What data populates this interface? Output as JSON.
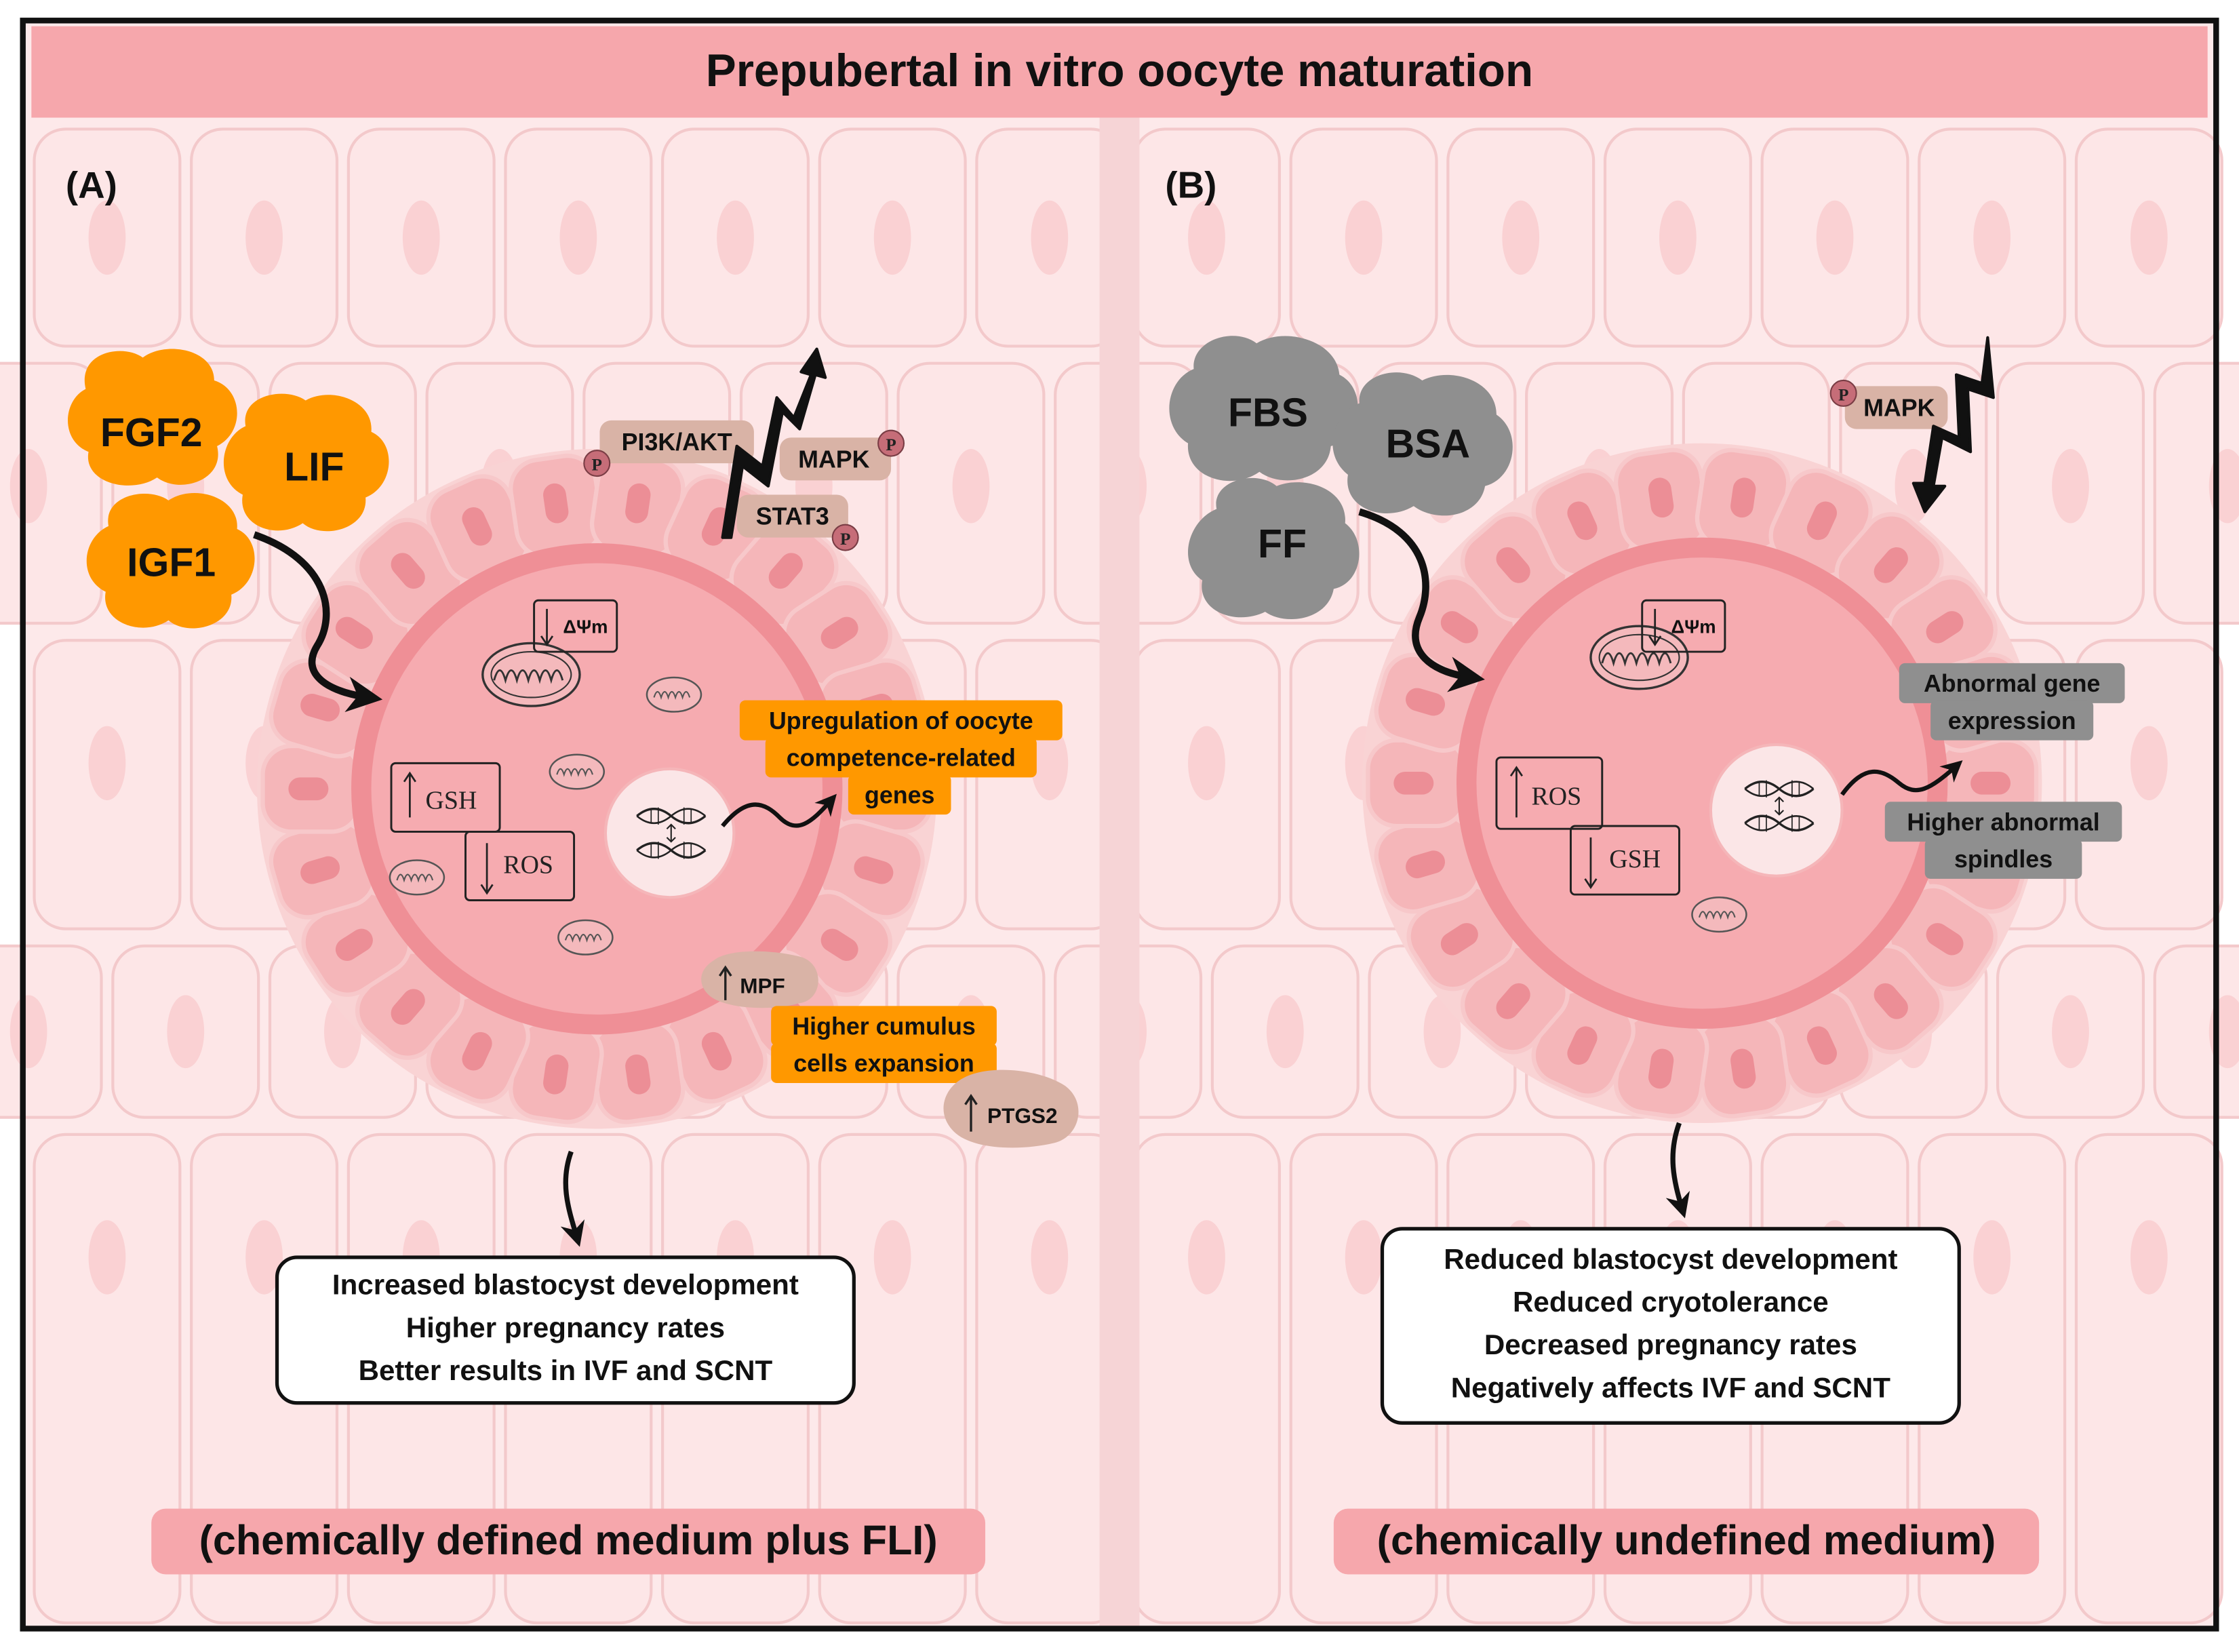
{
  "title": "Prepubertal in vitro oocyte maturation",
  "colors": {
    "banner": "#f6a7ac",
    "background": "#fde9ea",
    "cell_stroke": "#f3c9cb",
    "cumulus": "#f5b6b9",
    "cumulus_inner": "#f9d3d4",
    "zona": "#ef8f96",
    "ooplasm": "#f6abb0",
    "orange": "#ff9800",
    "gray": "#8f8f8f",
    "tan": "#d9b3a6",
    "phospho": "#c66d78",
    "footer_pill": "#f6a7ac"
  },
  "panel_a": {
    "tag": "(A)",
    "supplements": [
      "FGF2",
      "LIF",
      "IGF1"
    ],
    "pathway": {
      "pi3k": "PI3K/AKT",
      "mapk": "MAPK",
      "stat3": "STAT3",
      "p": "P"
    },
    "delta_psi": "ΔΨm",
    "gsh": "GSH",
    "ros": "ROS",
    "upregulation": [
      "Upregulation of oocyte",
      "competence-related",
      "genes"
    ],
    "mpf": "MPF",
    "cumulus_expansion": [
      "Higher cumulus",
      "cells expansion"
    ],
    "ptgs2": "PTGS2",
    "outcomes": [
      "Increased blastocyst development",
      "Higher pregnancy rates",
      "Better results in IVF and SCNT"
    ],
    "medium": "(chemically defined medium plus FLI)"
  },
  "panel_b": {
    "tag": "(B)",
    "supplements": [
      "FBS",
      "BSA",
      "FF"
    ],
    "mapk": "MAPK",
    "p": "P",
    "delta_psi": "ΔΨm",
    "ros": "ROS",
    "gsh": "GSH",
    "abnormal_gene": [
      "Abnormal gene",
      "expression"
    ],
    "spindles": [
      "Higher abnormal",
      "spindles"
    ],
    "outcomes": [
      "Reduced blastocyst development",
      "Reduced cryotolerance",
      "Decreased pregnancy rates",
      "Negatively affects IVF and SCNT"
    ],
    "medium": "(chemically undefined medium)"
  }
}
